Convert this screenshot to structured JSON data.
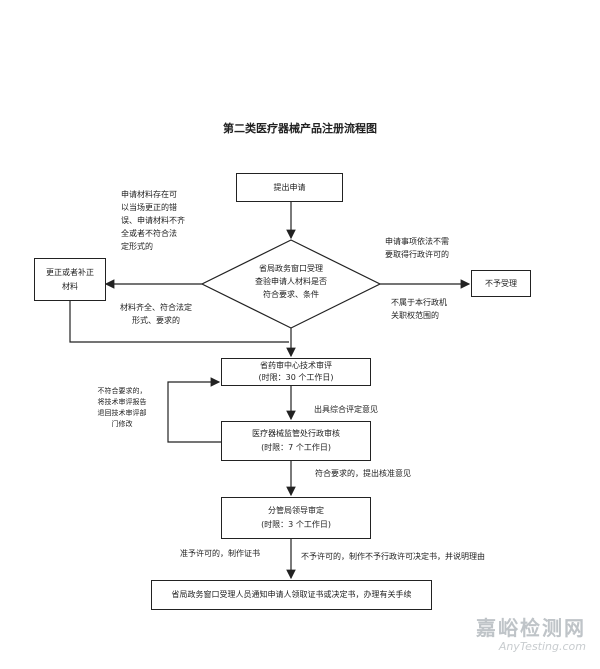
{
  "title": "第二类医疗器械产品注册流程图",
  "nodes": {
    "submit": "提出申请",
    "window_line1": "省局政务窗口受理",
    "window_line2": "查验申请人材料是否",
    "window_line3": "符合要求、条件",
    "correct_line1": "更正或者补正",
    "correct_line2": "材料",
    "reject": "不予受理",
    "center_line1": "省药审中心技术审评",
    "center_line2": "(时限：30 个工作日)",
    "dept_line1": "医疗器械监管处行政审核",
    "dept_line2": "(时限：7 个工作日)",
    "leader_line1": "分管局领导审定",
    "leader_line2": "(时限：3 个工作日)",
    "notify": "省局政务窗口受理人员通知申请人领取证书或决定书，办理有关手续"
  },
  "notes": {
    "left_top": [
      "申请材料存在可",
      "以当场更正的错",
      "误、申请材料不齐",
      "全或者不符合法",
      "定形式的"
    ],
    "right_top": [
      "申请事项依法不需",
      "要取得行政许可的"
    ],
    "right_bottom": [
      "不属于本行政机",
      "关职权范围的"
    ],
    "complete": [
      "材料齐全、符合法定",
      "形式、要求的"
    ],
    "return": [
      "不符合要求的，",
      "将技术审评报告",
      "退回技术审评部",
      "门修改"
    ],
    "opinion": "出具综合评定意见",
    "approve_opinion": "符合要求的，提出核准意见",
    "grant": "准予许可的，制作证书",
    "deny": "不予许可的，制作不予行政许可决定书，并说明理由"
  },
  "watermark": {
    "cn": "嘉峪检测网",
    "en": "AnyTesting.com"
  }
}
